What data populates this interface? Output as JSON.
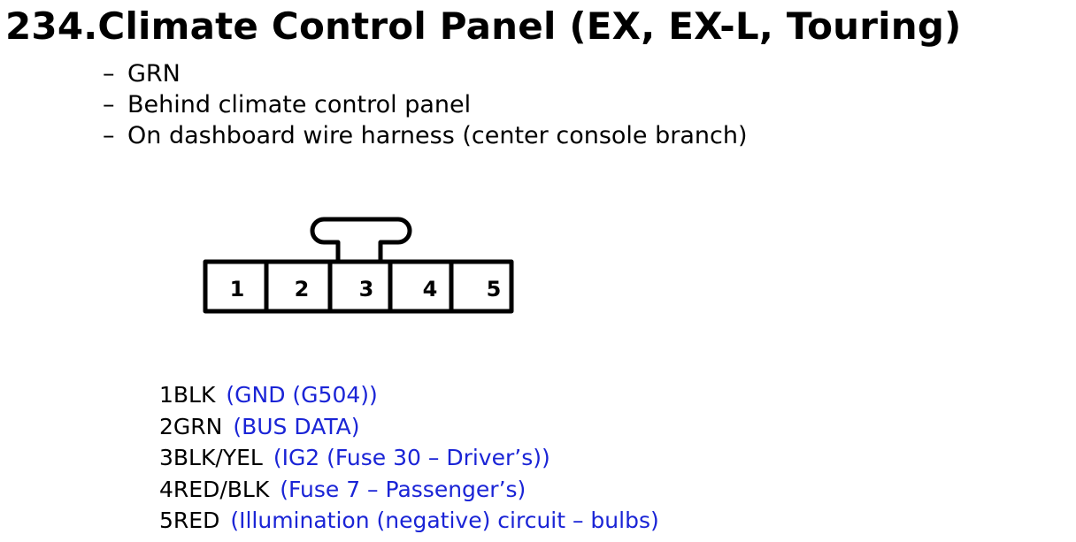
{
  "title": "234.Climate Control Panel (EX, EX-L, Touring)",
  "info": {
    "dash": "–",
    "lines": [
      "GRN",
      "Behind climate control panel",
      "On dashboard wire harness (center console branch)"
    ]
  },
  "connector": {
    "cavities": [
      "1",
      "2",
      "3",
      "4",
      "5"
    ]
  },
  "pins": [
    {
      "number": "1",
      "wire": "BLK",
      "function": "(GND (G504))"
    },
    {
      "number": "2",
      "wire": "GRN",
      "function": "(BUS DATA)"
    },
    {
      "number": "3",
      "wire": "BLK/YEL",
      "function": "(IG2 (Fuse 30 – Driver’s))"
    },
    {
      "number": "4",
      "wire": "RED/BLK",
      "function": "(Fuse 7 – Passenger’s)"
    },
    {
      "number": "5",
      "wire": "RED",
      "function": "(Illumination (negative) circuit – bulbs)"
    }
  ],
  "colors": {
    "text": "#000000",
    "function_text": "#1a24d6",
    "background": "#ffffff"
  }
}
